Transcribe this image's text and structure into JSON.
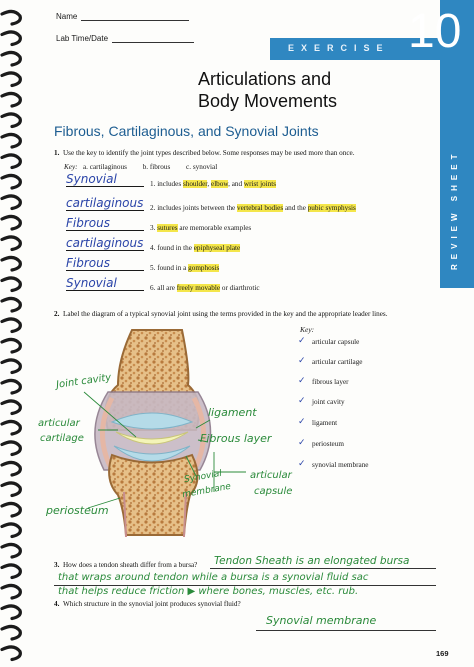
{
  "header": {
    "name_label": "Name",
    "labtime_label": "Lab Time/Date",
    "exercise_word": "EXERCISE",
    "exercise_number": "10",
    "side_label": "REVIEW SHEET",
    "band_color": "#2f87c1"
  },
  "title": {
    "line1": "Articulations and",
    "line2": "Body Movements"
  },
  "section_heading": "Fibrous, Cartilaginous, and Synovial Joints",
  "q1": {
    "number": "1.",
    "prompt": "Use the key to identify the joint types described below. Some responses may be used more than once.",
    "key_label": "Key:",
    "key_items": [
      "a.  cartilaginous",
      "b.  fibrous",
      "c.  synovial"
    ],
    "items": [
      {
        "answer": "Synovial",
        "pre": "1. includes ",
        "h1": "shoulder",
        "mid1": ", ",
        "h2": "elbow",
        "mid2": ", and ",
        "h3": "wrist joints",
        "post": ""
      },
      {
        "answer": "cartilaginous",
        "pre": "2. includes joints between the ",
        "h1": "vertebral bodies",
        "mid1": " and the ",
        "h2": "pubic symphysis",
        "mid2": "",
        "h3": "",
        "post": ""
      },
      {
        "answer": "Fibrous",
        "pre": "3. ",
        "h1": "sutures",
        "mid1": " are memorable examples",
        "h2": "",
        "mid2": "",
        "h3": "",
        "post": ""
      },
      {
        "answer": "cartilaginous",
        "pre": "4. found in the ",
        "h1": "epiphyseal plate",
        "mid1": "",
        "h2": "",
        "mid2": "",
        "h3": "",
        "post": ""
      },
      {
        "answer": "Fibrous",
        "pre": "5. found in a ",
        "h1": "gomphosis",
        "mid1": "",
        "h2": "",
        "mid2": "",
        "h3": "",
        "post": ""
      },
      {
        "answer": "Synovial",
        "pre": "6. all are ",
        "h1": "freely movable",
        "mid1": " or diarthrotic",
        "h2": "",
        "mid2": "",
        "h3": "",
        "post": ""
      }
    ]
  },
  "q2": {
    "number": "2.",
    "prompt": "Label the diagram of a typical synovial joint using the terms provided in the key and the appropriate leader lines.",
    "key_label": "Key:",
    "key_items": [
      {
        "mark": "✓",
        "text": "articular capsule"
      },
      {
        "mark": "✓",
        "text": "articular cartilage"
      },
      {
        "mark": "✓",
        "text": "fibrous layer"
      },
      {
        "mark": "✓",
        "text": "joint cavity"
      },
      {
        "mark": "✓",
        "text": "ligament"
      },
      {
        "mark": "✓",
        "text": "periosteum"
      },
      {
        "mark": "✓",
        "text": "synovial membrane"
      }
    ],
    "labels": {
      "joint_cavity": "Joint cavity",
      "articular_cartilage_1": "articular",
      "articular_cartilage_2": "cartilage",
      "ligament": "ligament",
      "fibrous_layer": "Fibrous layer",
      "synovial_membrane_1": "Synovial",
      "synovial_membrane_2": "membrane",
      "articular_capsule_1": "articular",
      "articular_capsule_2": "capsule",
      "periosteum": "periosteum"
    }
  },
  "q3": {
    "number": "3.",
    "prompt": "How does a tendon sheath differ from a bursa?",
    "answer_line1": "Tendon Sheath is an elongated bursa",
    "answer_line2": "that wraps around tendon while a bursa is a synovial fluid sac",
    "answer_line3": "that helps reduce friction ▶ where bones, muscles, etc. rub."
  },
  "q4": {
    "number": "4.",
    "prompt": "Which structure in the synovial joint produces synovial fluid?",
    "answer": "Synovial membrane"
  },
  "page_number": "169"
}
